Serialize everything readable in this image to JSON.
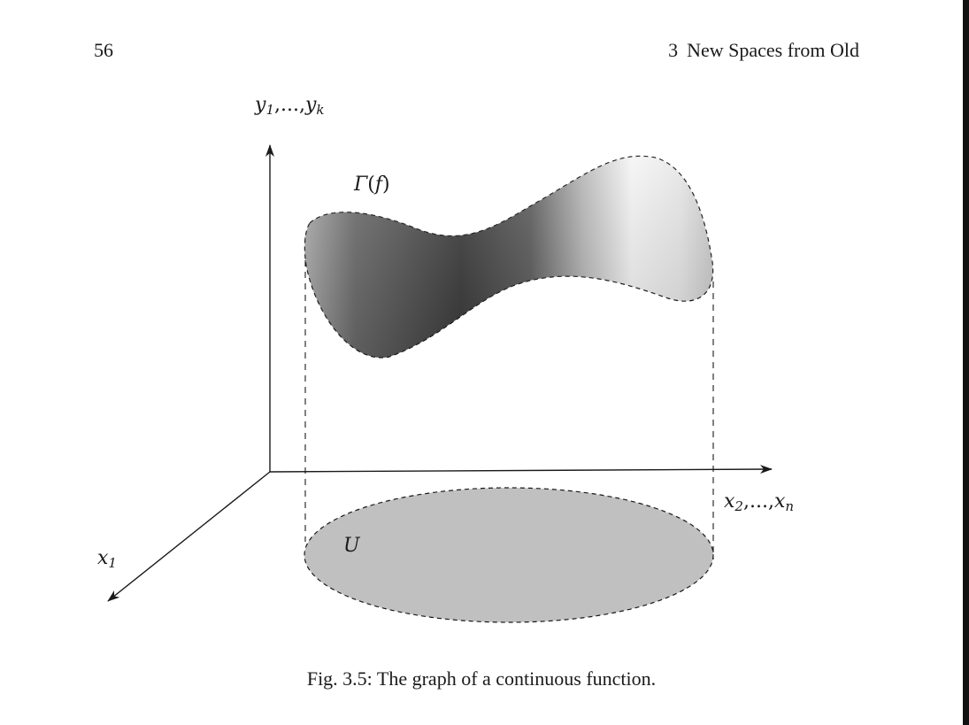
{
  "header": {
    "page_number": "56",
    "chapter_number": "3",
    "chapter_title": "New Spaces from Old"
  },
  "figure": {
    "labels": {
      "vertical_axis": {
        "base": "y",
        "sub1": "1",
        "sep": ",...,",
        "base2": "y",
        "sub2": "k"
      },
      "horizontal_axis": {
        "base": "x",
        "sub1": "2",
        "sep": ",...,",
        "base2": "x",
        "sub2": "n"
      },
      "depth_axis": {
        "base": "x",
        "sub1": "1"
      },
      "graph": {
        "symbol": "Γ",
        "open": "(",
        "arg": "f",
        "close": ")"
      },
      "domain": "U"
    },
    "colors": {
      "domain_fill": "#c0c0c0",
      "surface_dark": "#3a3a3a",
      "surface_light": "#f4f4f4",
      "line": "#1a1a1a"
    }
  },
  "caption": {
    "label": "Fig. 3.5:",
    "text": "The graph of a continuous function."
  }
}
